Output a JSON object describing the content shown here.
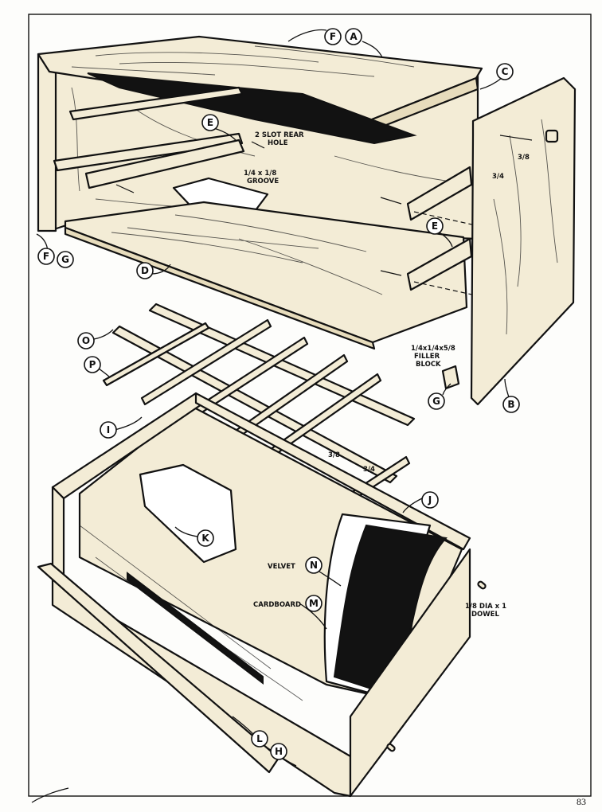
{
  "callouts": {
    "A": "A",
    "B": "B",
    "C": "C",
    "D": "D",
    "E_top": "E",
    "E_right": "E",
    "F_top": "F",
    "F_bottom": "F",
    "G_bottom": "G",
    "G_filler": "G",
    "H": "H",
    "I": "I",
    "J": "J",
    "K": "K",
    "L": "L",
    "M": "M",
    "N": "N",
    "O": "O",
    "P": "P"
  },
  "notes": {
    "slot_rear_hole_1": "2 SLOT REAR",
    "slot_rear_hole_2": "HOLE",
    "groove_1": "1/4 x 1/8",
    "groove_2": "GROOVE",
    "filler_1": "1/4x1/4x5/8",
    "filler_2": "FILLER",
    "filler_3": "BLOCK",
    "dowel_1": "1/8 DIA x 1",
    "dowel_2": "DOWEL",
    "velvet": "VELVET",
    "cardboard": "CARDBOARD",
    "dim_three_quarter": "3/4",
    "dim_three_eighths": "3/8",
    "dim_grid_3_8": "3/8",
    "dim_grid_3_4": "3/4"
  },
  "page_number": "83"
}
